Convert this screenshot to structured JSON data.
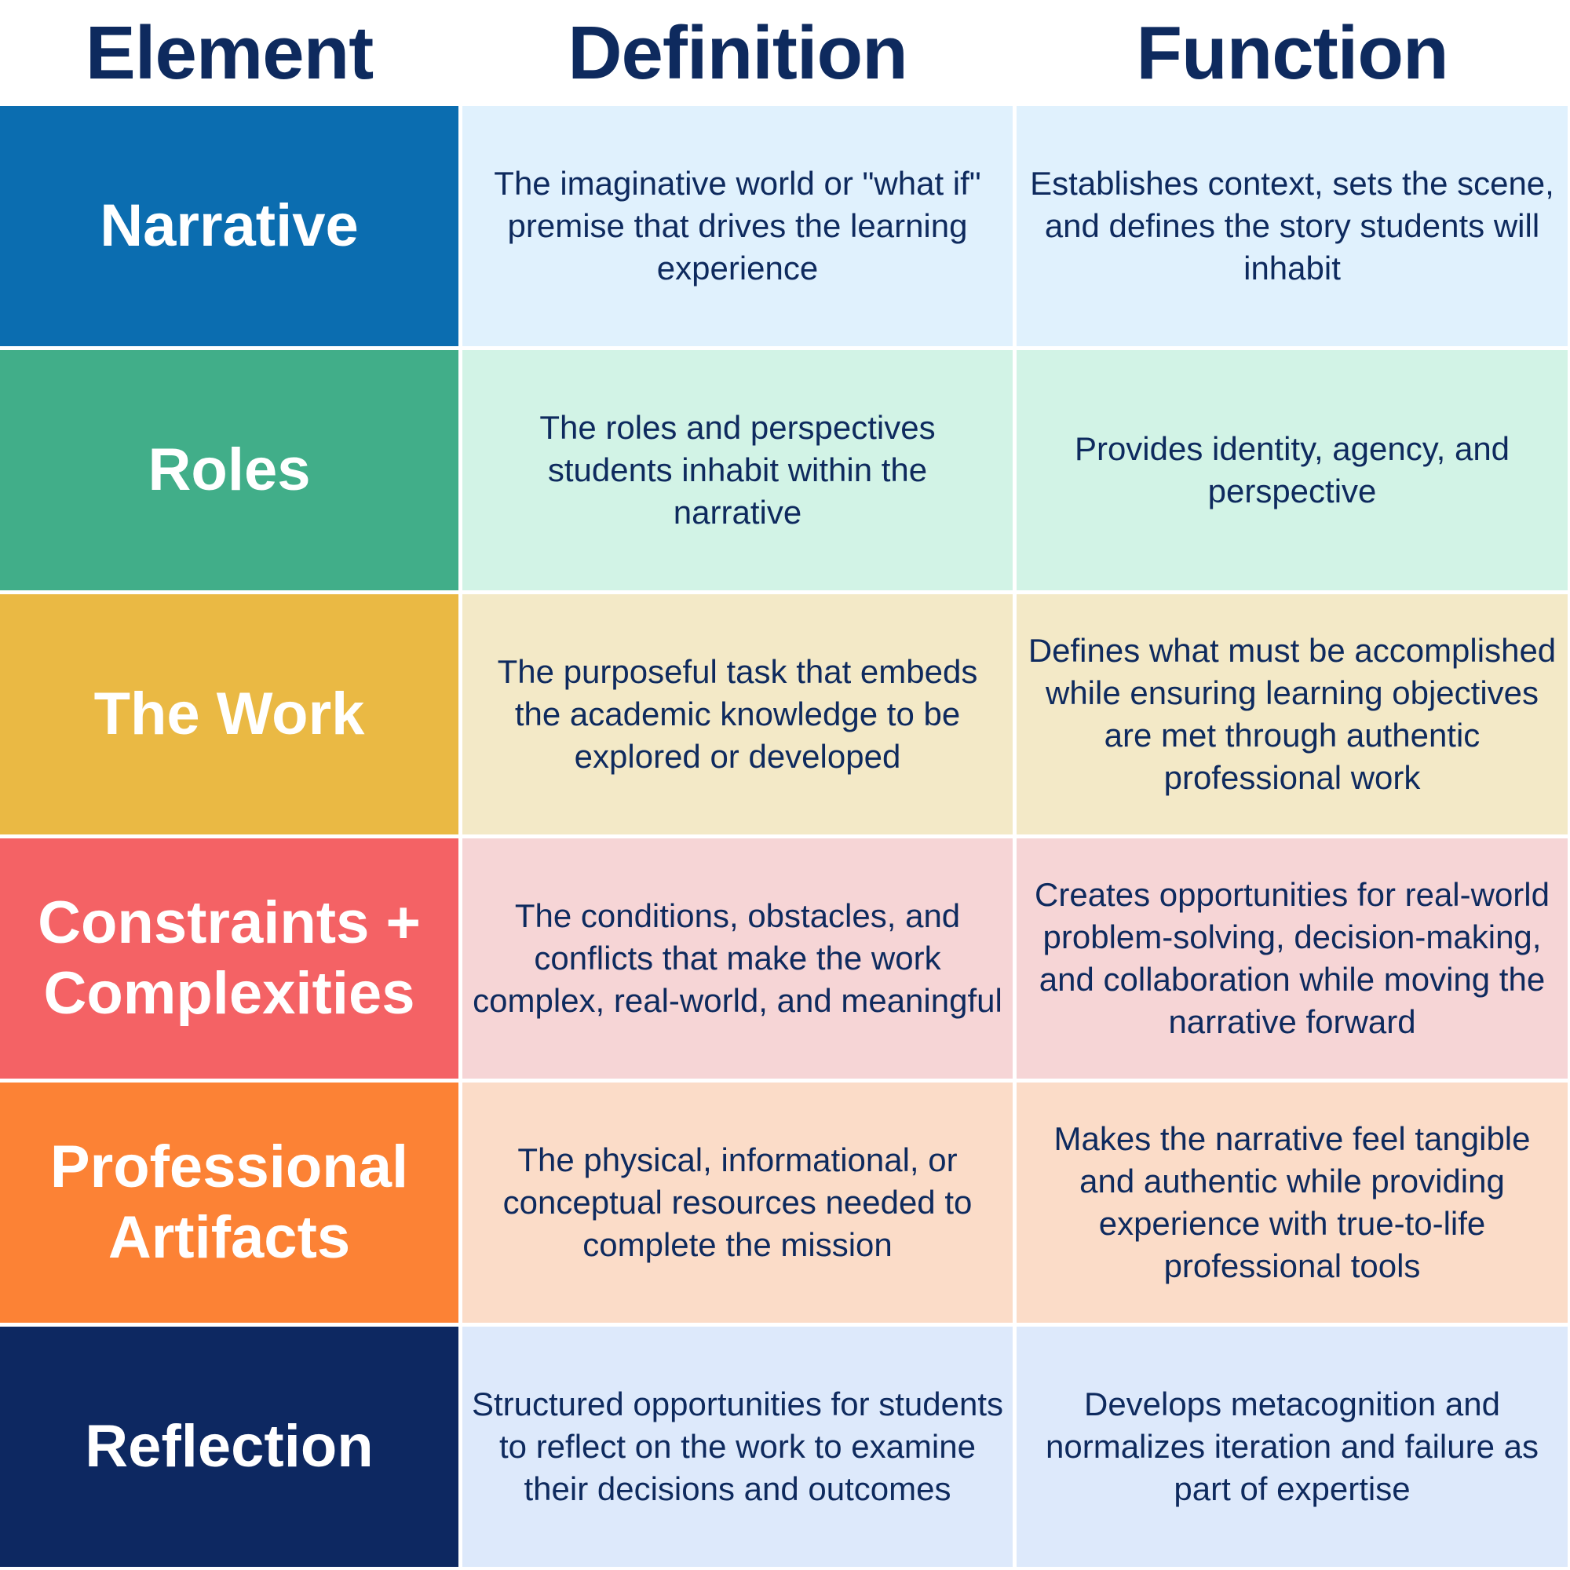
{
  "header": {
    "columns": [
      "Element",
      "Definition",
      "Function"
    ],
    "text_color": "#0e2a5e"
  },
  "rows": [
    {
      "element": "Narrative",
      "definition": "The imaginative world or \"what if\" premise that drives the learning experience",
      "function": "Establishes context, sets the scene, and defines the story students will inhabit",
      "accent_color": "#0b6db0",
      "tint_color": "#e0f1fd"
    },
    {
      "element": "Roles",
      "definition": "The roles and perspectives students inhabit within the narrative",
      "function": "Provides identity, agency, and perspective",
      "accent_color": "#41ae89",
      "tint_color": "#d2f3e6"
    },
    {
      "element": "The Work",
      "definition": "The purposeful task that embeds the academic knowledge to be explored or developed",
      "function": "Defines what must be accomplished while ensuring learning objectives are met through authentic professional work",
      "accent_color": "#eab944",
      "tint_color": "#f3e9c7"
    },
    {
      "element": "Constraints + Complexities",
      "definition": "The conditions, obstacles, and conflicts that make the work complex, real-world, and meaningful",
      "function": "Creates opportunities for real-world problem-solving, decision-making, and collaboration while moving the narrative forward",
      "accent_color": "#f46265",
      "tint_color": "#f6d5d6"
    },
    {
      "element": "Professional Artifacts",
      "definition": "The physical, informational, or conceptual resources needed to complete the mission",
      "function": "Makes the narrative feel tangible and  authentic while providing experience with true-to-life professional tools",
      "accent_color": "#fc8235",
      "tint_color": "#fbdcc8"
    },
    {
      "element": "Reflection",
      "definition": "Structured opportunities for students to reflect on the work to examine their decisions and outcomes",
      "function": "Develops metacognition and normalizes iteration and failure as part of expertise",
      "accent_color": "#0d2861",
      "tint_color": "#dde9fb"
    }
  ]
}
